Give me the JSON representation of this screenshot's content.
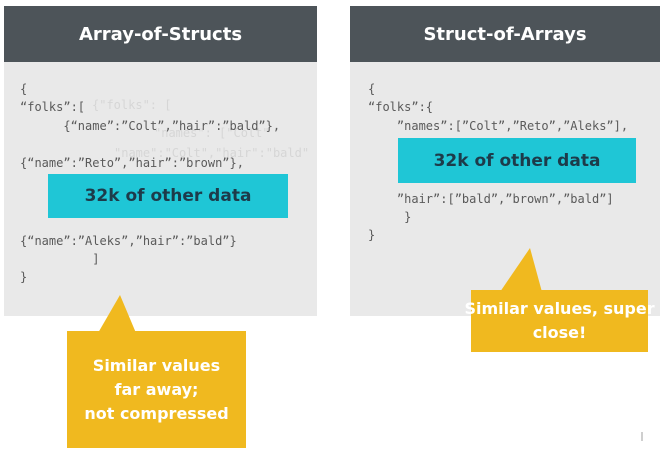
{
  "left": {
    "title": "Array-of-Structs",
    "code": [
      "{",
      "“folks”:[",
      "      {“name”:”Colt”,”hair”:”bald”},",
      "{“name”:”Reto”,”hair”:”brown”},",
      "{“name”:”Aleks”,”hair”:”bald”}",
      "          ]",
      "}"
    ],
    "box_label": "32k of other data",
    "callout": "Similar values\nfar away;\nnot compressed"
  },
  "right": {
    "title": "Struct-of-Arrays",
    "code": [
      "{",
      "“folks”:{",
      "    ”names”:[”Colt”,”Reto”,”Aleks”],",
      "    ”hair”:[”bald”,”brown”,”bald”]",
      "     }",
      "}"
    ],
    "box_label": "32k of other data",
    "callout": "Similar values, super\nclose!"
  },
  "colors": {
    "header": "#4d5459",
    "panel": "#e9e9e9",
    "cyan": "#1fc6d6",
    "callout": "#f0b91f"
  }
}
